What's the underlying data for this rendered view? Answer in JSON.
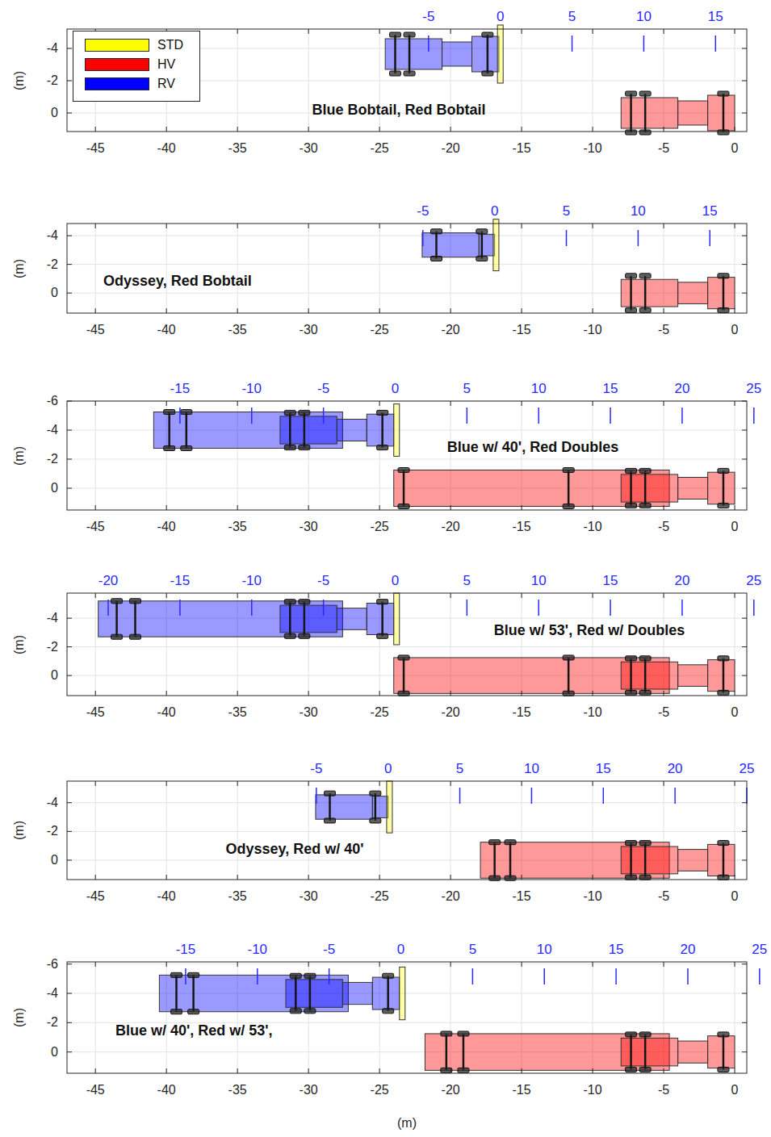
{
  "diagram": {
    "labels": [
      "-4",
      "-2",
      "0",
      "-5",
      "0",
      "5",
      "10",
      "15",
      "Blue Bobtail, Red Bobtail",
      "-45",
      "-40",
      "-35",
      "-30",
      "-25",
      "-20",
      "-15",
      "-10",
      "-5",
      "0",
      "(m)",
      "-4",
      "-2",
      "0",
      "-5",
      "0",
      "5",
      "10",
      "15",
      "Odyssey, Red Bobtail",
      "-45",
      "-40",
      "-35",
      "-30",
      "-25",
      "-20",
      "-15",
      "-10",
      "-5",
      "0",
      "(m)",
      "-6",
      "-4",
      "-2",
      "0",
      "-15",
      "-10",
      "-5",
      "0",
      "5",
      "10",
      "15",
      "20",
      "25",
      "Blue w/ 40', Red Doubles",
      "-45",
      "-40",
      "-35",
      "-30",
      "-25",
      "-20",
      "-15",
      "-10",
      "-5",
      "0",
      "(m)",
      "-4",
      "-2",
      "0",
      "-20",
      "-15",
      "-10",
      "-5",
      "0",
      "5",
      "10",
      "15",
      "20",
      "25",
      "Blue w/ 53', Red w/ Doubles",
      "-45",
      "-40",
      "-35",
      "-30",
      "-25",
      "-20",
      "-15",
      "-10",
      "-5",
      "0",
      "(m)",
      "-4",
      "-2",
      "0",
      "-5",
      "0",
      "5",
      "10",
      "15",
      "20",
      "25",
      "Odyssey, Red w/ 40'",
      "-45",
      "-40",
      "-35",
      "-30",
      "-25",
      "-20",
      "-15",
      "-10",
      "-5",
      "0",
      "(m)",
      "-6",
      "-4",
      "-2",
      "0",
      "-15",
      "-10",
      "-5",
      "0",
      "5",
      "10",
      "15",
      "20",
      "25",
      "Blue w/ 40', Red w/ 53',",
      "-45",
      "-40",
      "-35",
      "-30",
      "-25",
      "-20",
      "-15",
      "-10",
      "-5",
      "0",
      "(m)",
      "(m)"
    ],
    "legend": [
      {
        "text": "STD",
        "color": "#ffff00"
      },
      {
        "text": "HV",
        "color": "#ff0000"
      },
      {
        "text": "RV",
        "color": "#0000ff"
      }
    ]
  }
}
